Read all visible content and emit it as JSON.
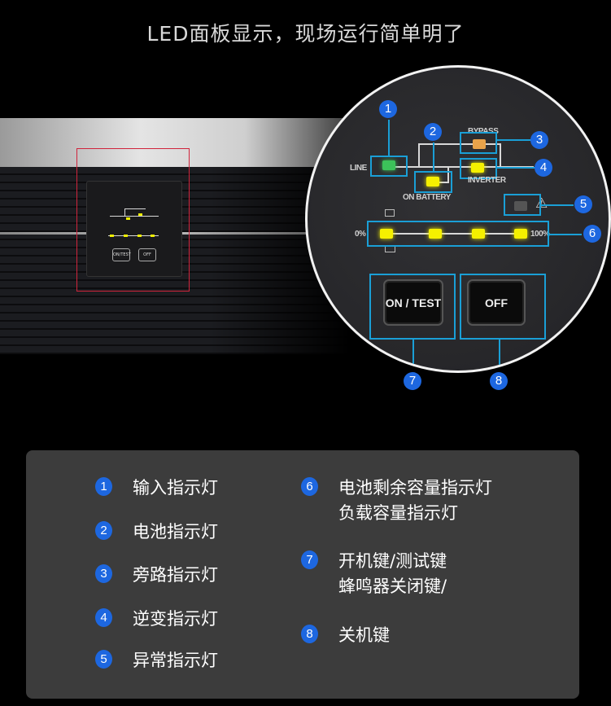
{
  "title": "LED面板显示，现场运行简单明了",
  "mini_panel": {
    "on_test": "ON/TEST",
    "off": "OFF"
  },
  "panel": {
    "line": "LINE",
    "on_battery": "ON BATTERY",
    "bypass": "BYPASS",
    "inverter": "INVERTER",
    "pct_min": "0%",
    "pct_max": "100%",
    "on_test": "ON / TEST",
    "off": "OFF",
    "led_colors": {
      "line": "#3cc25a",
      "battery": "#f5f000",
      "bypass": "#e8a24a",
      "inverter": "#f5f000",
      "fault": "#555555",
      "level": "#f5f000"
    }
  },
  "badges": [
    "1",
    "2",
    "3",
    "4",
    "5",
    "6",
    "7",
    "8"
  ],
  "legend": [
    {
      "num": "1",
      "lines": [
        "输入指示灯"
      ]
    },
    {
      "num": "2",
      "lines": [
        "电池指示灯"
      ]
    },
    {
      "num": "3",
      "lines": [
        "旁路指示灯"
      ]
    },
    {
      "num": "4",
      "lines": [
        "逆变指示灯"
      ]
    },
    {
      "num": "5",
      "lines": [
        "异常指示灯"
      ]
    },
    {
      "num": "6",
      "lines": [
        "电池剩余容量指示灯",
        "负载容量指示灯"
      ]
    },
    {
      "num": "7",
      "lines": [
        "开机键/测试键",
        "蜂鸣器关闭键/"
      ]
    },
    {
      "num": "8",
      "lines": [
        "关机键"
      ]
    }
  ]
}
